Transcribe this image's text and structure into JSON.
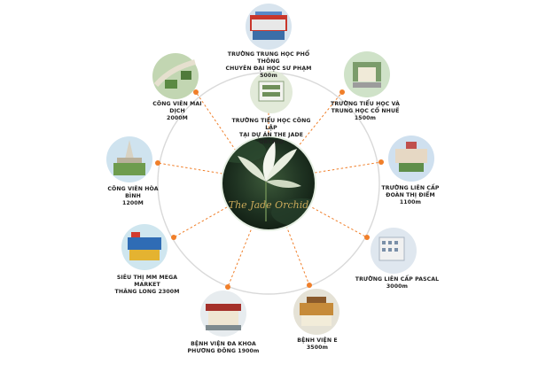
{
  "center": {
    "brand": "The Jade Orchid",
    "brand_color": "#c9a95a"
  },
  "colors": {
    "ring": "#d9d9d9",
    "connector": "#f07f2a",
    "dot": "#f07f2a"
  },
  "destinations": [
    {
      "id": "chuyen-dh-su-pham",
      "label": "TRƯỜNG TRUNG HỌC PHỔ THÔNG\nCHUYÊN ĐẠI HỌC SƯ PHẠM 500m",
      "icon": "school-building-photo"
    },
    {
      "id": "tieu-hoc-co-nhue",
      "label": "TRƯỜNG TIỂU HỌC VÀ\nTRUNG HỌC CỔ NHUẾ 1500m",
      "icon": "school-gate-photo"
    },
    {
      "id": "doan-thi-diem",
      "label": "TRƯỜNG LIÊN CẤP\nĐOÀN THỊ ĐIỂM 1100m",
      "icon": "school-campus-photo"
    },
    {
      "id": "pascal",
      "label": "TRƯỜNG LIÊN CẤP PASCAL 3000m",
      "icon": "school-tower-photo"
    },
    {
      "id": "benh-vien-e",
      "label": "BỆNH VIỆN E 3500m",
      "icon": "hospital-photo"
    },
    {
      "id": "phuong-dong",
      "label": "BỆNH VIỆN ĐA KHOA\nPHƯƠNG ĐÔNG 1900m",
      "icon": "hospital-gate-photo"
    },
    {
      "id": "mm-mega-market",
      "label": "SIÊU THỊ MM MEGA MARKET\nTHĂNG LONG 2300M",
      "icon": "supermarket-photo"
    },
    {
      "id": "hoa-binh",
      "label": "CÔNG VIÊN HÒA BÌNH\n1200M",
      "icon": "park-monument-photo"
    },
    {
      "id": "mai-dich",
      "label": "CÔNG VIÊN MAI DỊCH\n2000M",
      "icon": "park-aerial-photo"
    },
    {
      "id": "tieu-hoc-cong-lap",
      "label": "TRƯỜNG TIỂU HỌC CÔNG LẬP\nTẠI DỰ ÁN THE JADE ORCHID",
      "icon": "inner-school-photo"
    }
  ]
}
